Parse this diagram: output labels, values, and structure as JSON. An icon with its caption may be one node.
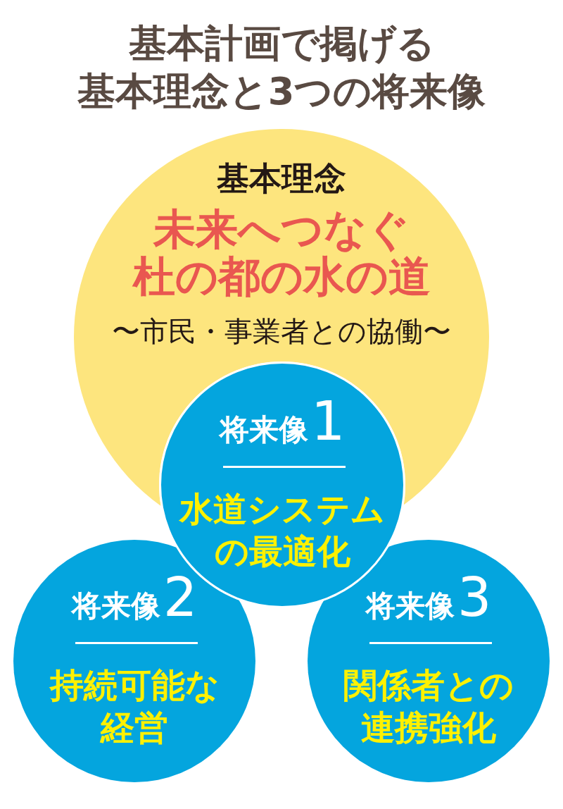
{
  "diagram": {
    "title": "基本計画で掲げる基本理念と3つの将来像",
    "nodes": [
      {
        "text": [
          "基本理念",
          "未来へつなぐ杜の都の水の道",
          "〜市民・事業者との協働〜"
        ]
      },
      {
        "text": [
          "将来像1",
          "水道システムの最適化"
        ]
      },
      {
        "text": [
          "将来像2",
          "持続可能な経営"
        ]
      },
      {
        "text": [
          "将来像3",
          "関係者との連携強化"
        ]
      }
    ]
  }
}
